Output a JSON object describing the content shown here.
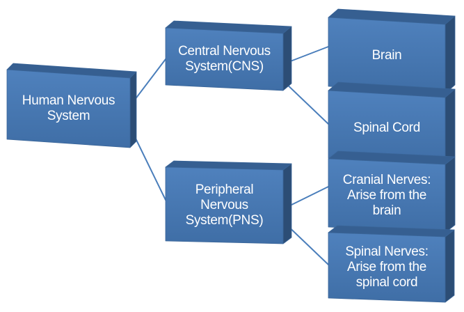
{
  "colors": {
    "face": "#4F81BD",
    "face_shadow": "#3F6EA6",
    "side": "#2C4D75",
    "top": "#365F91",
    "border": "#3A6598",
    "connector": "#4A7EBB",
    "text": "#FFFFFF"
  },
  "diagram": {
    "root": {
      "label": "Human Nervous\nSystem"
    },
    "cns": {
      "label": "Central Nervous\nSystem(CNS)",
      "children": [
        {
          "label": "Brain"
        },
        {
          "label": "Spinal Cord"
        }
      ]
    },
    "pns": {
      "label": "Peripheral\nNervous\nSystem(PNS)",
      "children": [
        {
          "label": "Cranial Nerves:\nArise from the\nbrain"
        },
        {
          "label": "Spinal Nerves:\nArise from the\nspinal cord"
        }
      ]
    }
  }
}
